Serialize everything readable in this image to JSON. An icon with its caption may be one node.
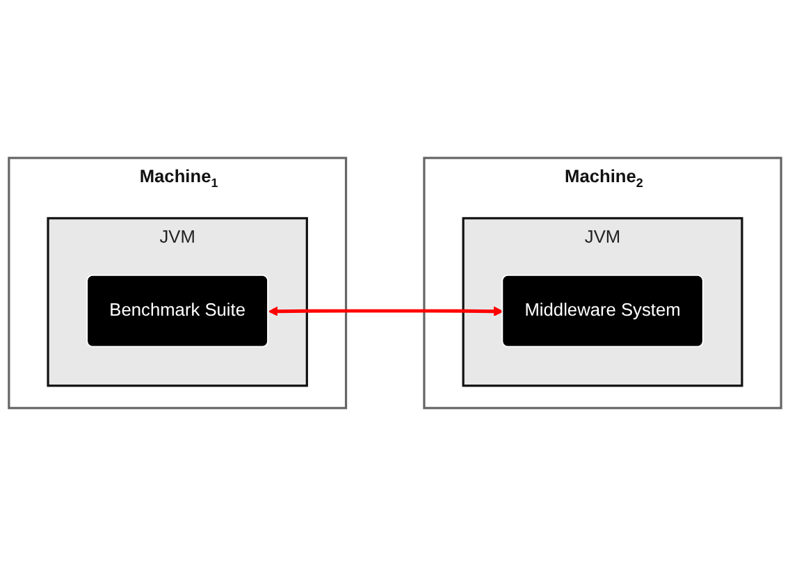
{
  "diagram": {
    "nodes": [
      {
        "text": [
          "Machine$_{1}$"
        ]
      },
      {
        "text": [
          "JVM"
        ],
        "in": 0
      },
      {
        "text": [
          "Benchmark Suite"
        ],
        "in": 1
      },
      {
        "text": [
          "Machine$_{2}$"
        ]
      },
      {
        "text": [
          "JVM"
        ],
        "in": 3
      },
      {
        "text": [
          "Middleware System"
        ],
        "in": 4
      }
    ],
    "edges": [
      {
        "from": 2,
        "to": 5,
        "arrow": "both",
        "color": "#ff0000"
      }
    ]
  }
}
